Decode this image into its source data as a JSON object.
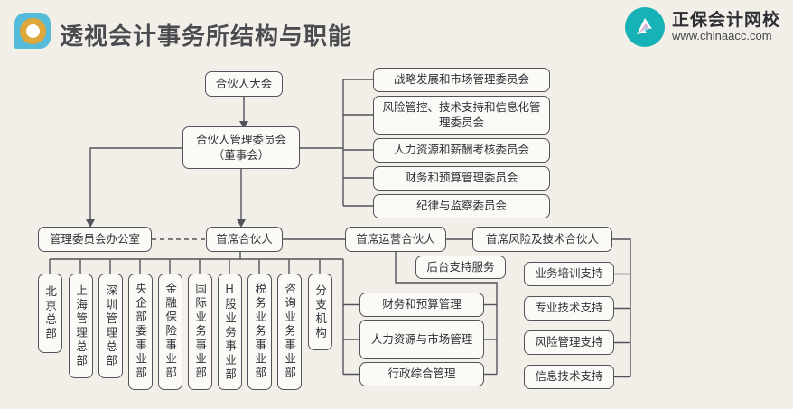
{
  "header": {
    "title": "透视会计事务所结构与职能",
    "brand": {
      "name": "正保会计网校",
      "url": "www.chinaacc.com"
    }
  },
  "chart": {
    "partners_assembly": "合伙人大会",
    "management_committee_line1": "合伙人管理委员会",
    "management_committee_line2": "（董事会）",
    "committees": [
      "战略发展和市场管理委员会",
      "风险管控、技术支持和信息化管理委员会",
      "人力资源和薪酬考核委员会",
      "财务和预算管理委员会",
      "纪律与监察委员会"
    ],
    "office": "管理委员会办公室",
    "chief_partner": "首席合伙人",
    "coo_partner": "首席运营合伙人",
    "risk_tech_partner": "首席风险及技术合伙人",
    "backoffice": "后台支持服务",
    "mid_departments": [
      "财务和预算管理",
      "人力资源与市场管理",
      "行政综合管理"
    ],
    "support_units": [
      "业务培训支持",
      "专业技术支持",
      "风险管理支持",
      "信息技术支持"
    ],
    "branch_units": [
      "北京总部",
      "上海管理总部",
      "深圳管理总部",
      "央企部委事业部",
      "金融保险事业部",
      "国际业务事业部",
      "H股业务事业部",
      "税务业务事业部",
      "咨询业务事业部",
      "分支机构"
    ],
    "colors": {
      "background": "#f2efe9",
      "box_border": "#53535b",
      "box_fill": "#fcfaf7",
      "accent_teal": "#17b2b5",
      "accent_blue": "#56bbd8",
      "accent_gold": "#dda73a"
    }
  }
}
